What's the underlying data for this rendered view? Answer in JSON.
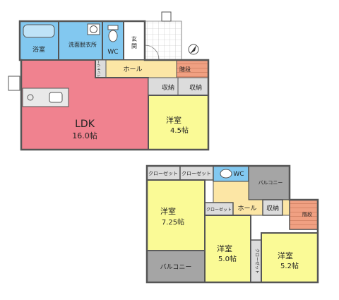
{
  "colors": {
    "ldk": "#f0828f",
    "bedroom": "#fafa96",
    "hall": "#fce6a5",
    "wet": "#82c8f0",
    "storage": "#dcdcdc",
    "balcony": "#a5a5a5",
    "stairs": "#f0a082",
    "wall": "#555555"
  },
  "first_floor": {
    "bath": "浴室",
    "washroom": "洗面脱衣所",
    "wc": "WC",
    "entrance": "玄関",
    "hall": "ホール",
    "stairs": "階段",
    "pantry": "パントリー",
    "ldk_name": "LDK",
    "ldk_size": "16.0帖",
    "storage_left": "収納",
    "storage_right": "収納",
    "bedroom_name": "洋室",
    "bedroom_size": "4.5帖"
  },
  "second_floor": {
    "closet1": "クローゼット",
    "closet2": "クローゼット",
    "wc": "WC",
    "balcony_top": "バルコニー",
    "closet_center": "クローゼット",
    "hall": "ホール",
    "storage": "収納",
    "stairs": "階段",
    "room_large_name": "洋室",
    "room_large_size": "7.25帖",
    "room_mid_name": "洋室",
    "room_mid_size": "5.0帖",
    "closet_vertical": "クローゼット",
    "room_right_name": "洋室",
    "room_right_size": "5.2帖",
    "balcony_bottom": "バルコニー"
  },
  "north_arrow_icon": "north-arrow-icon"
}
